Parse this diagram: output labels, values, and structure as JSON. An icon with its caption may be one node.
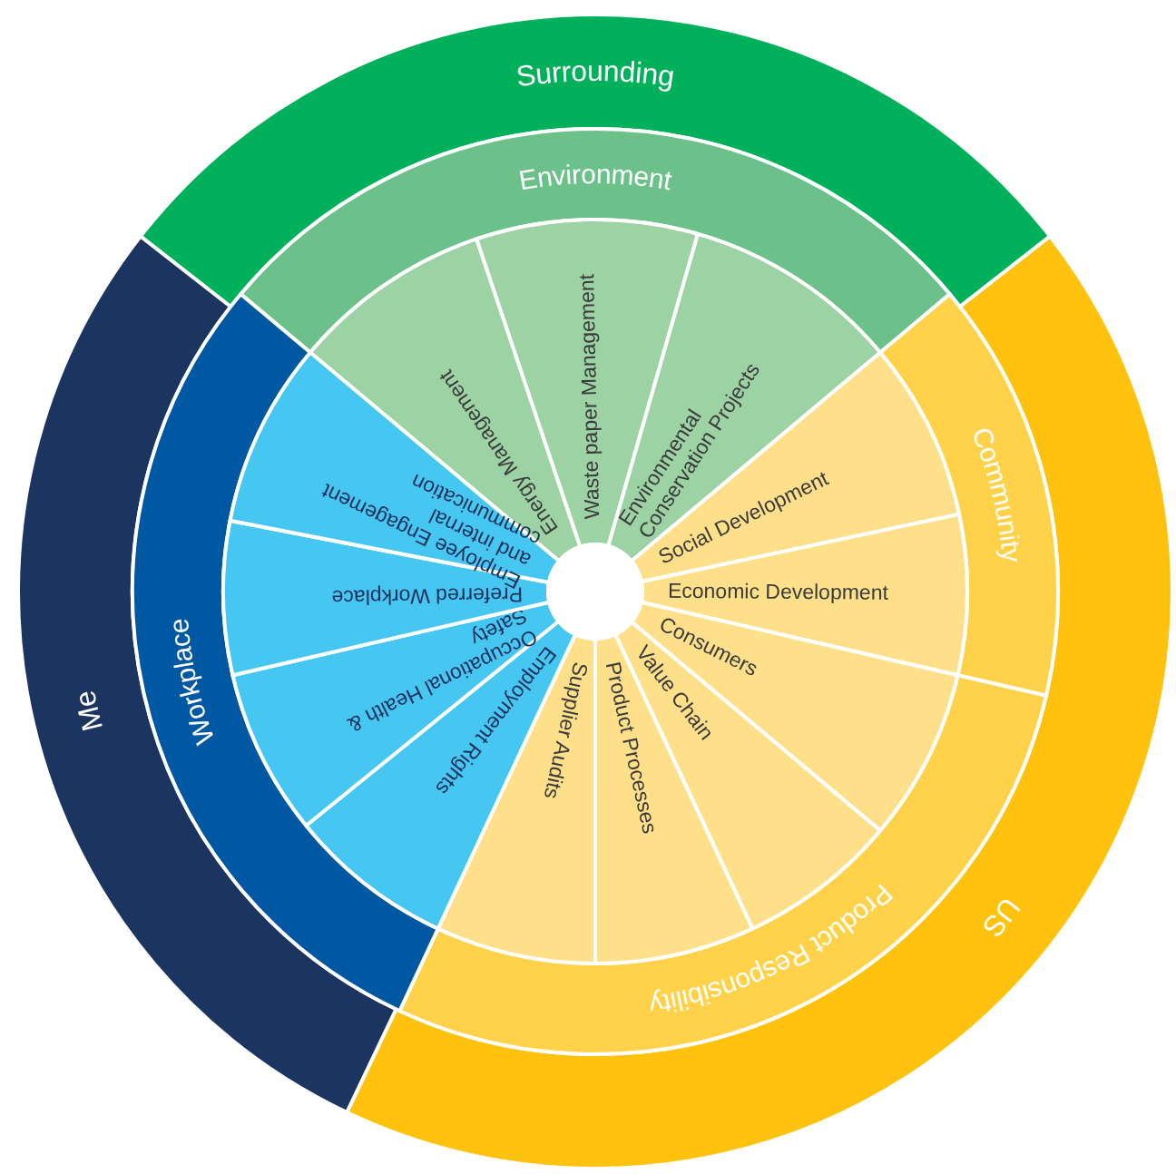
{
  "diagram": {
    "nodes": [
      {
        "text": [
          "Surrounding"
        ]
      },
      {
        "text": [
          "US"
        ]
      },
      {
        "text": [
          "Me"
        ]
      },
      {
        "text": [
          "Environment"
        ]
      },
      {
        "text": [
          "Community"
        ]
      },
      {
        "text": [
          "Product Responsibility"
        ]
      },
      {
        "text": [
          "Workplace"
        ]
      },
      {
        "text": [
          "Energy Management"
        ]
      },
      {
        "text": [
          "Waste paper Management"
        ]
      },
      {
        "text": [
          "Environmental Conservation Projects"
        ]
      },
      {
        "text": [
          "Social Development"
        ]
      },
      {
        "text": [
          "Economic Development"
        ]
      },
      {
        "text": [
          "Consumers"
        ]
      },
      {
        "text": [
          "Value Chain"
        ]
      },
      {
        "text": [
          "Product Processes"
        ]
      },
      {
        "text": [
          "Supplier Audits"
        ]
      },
      {
        "text": [
          "Employment Rights"
        ]
      },
      {
        "text": [
          "Occupational Health & Safety"
        ]
      },
      {
        "text": [
          "Preferred Workplace"
        ]
      },
      {
        "text": [
          "Employee Engagement and internal communication"
        ]
      }
    ],
    "edges": []
  }
}
